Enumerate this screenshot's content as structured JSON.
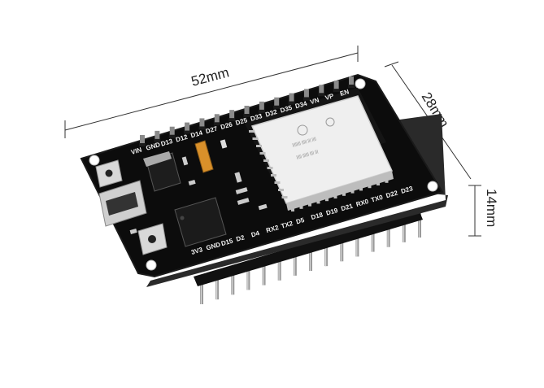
{
  "dimensions": {
    "length": "52mm",
    "width": "28mm",
    "height": "14mm"
  },
  "board": {
    "top_pins": [
      "VIN",
      "GND",
      "D13",
      "D12",
      "D14",
      "D27",
      "D26",
      "D25",
      "D33",
      "D32",
      "D35",
      "D34",
      "VN",
      "VP",
      "EN"
    ],
    "bottom_pins": [
      "3V3",
      "GND",
      "D15",
      "D2",
      "D4",
      "RX2",
      "TX2",
      "D5",
      "D18",
      "D19",
      "D21",
      "RX0",
      "TX0",
      "D22",
      "D23"
    ]
  },
  "colors": {
    "pcb": "#0c0c0c",
    "shield": "#efefef",
    "header_pin": "#8a8a8a",
    "silkscreen": "#f2f2f2",
    "capacitor": "#d9902a"
  }
}
